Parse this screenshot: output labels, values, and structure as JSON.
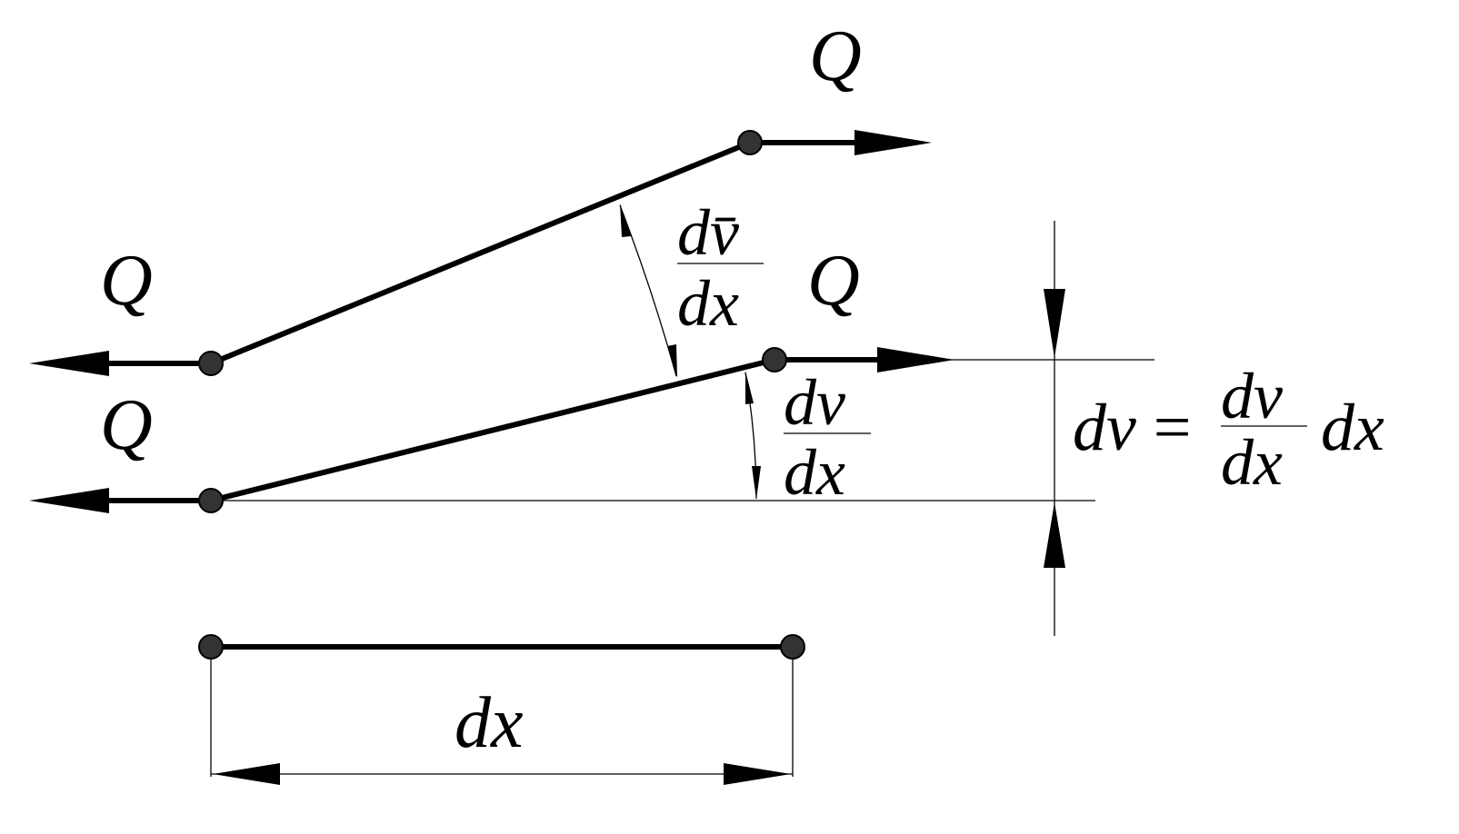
{
  "labels": {
    "q_top_right": "Q",
    "q_left_upper": "Q",
    "q_mid_right": "Q",
    "q_left_lower": "Q",
    "angle_total": {
      "num": "dv̄",
      "den": "dx"
    },
    "angle_lower": {
      "num": "dv",
      "den": "dx"
    },
    "dv_eq": {
      "lhs": "dv",
      "eq": "=",
      "num": "dv",
      "den": "dx",
      "rhs": "dx"
    },
    "segment_length": "dx"
  }
}
